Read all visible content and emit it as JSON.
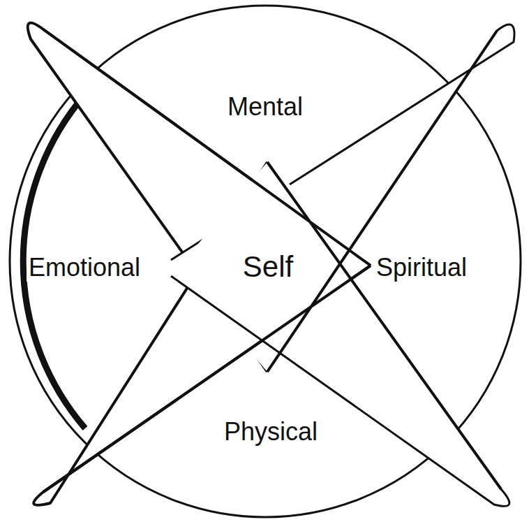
{
  "diagram": {
    "labels": [
      "Mental",
      "Emotional",
      "Self",
      "Spiritual",
      "Physical"
    ]
  }
}
